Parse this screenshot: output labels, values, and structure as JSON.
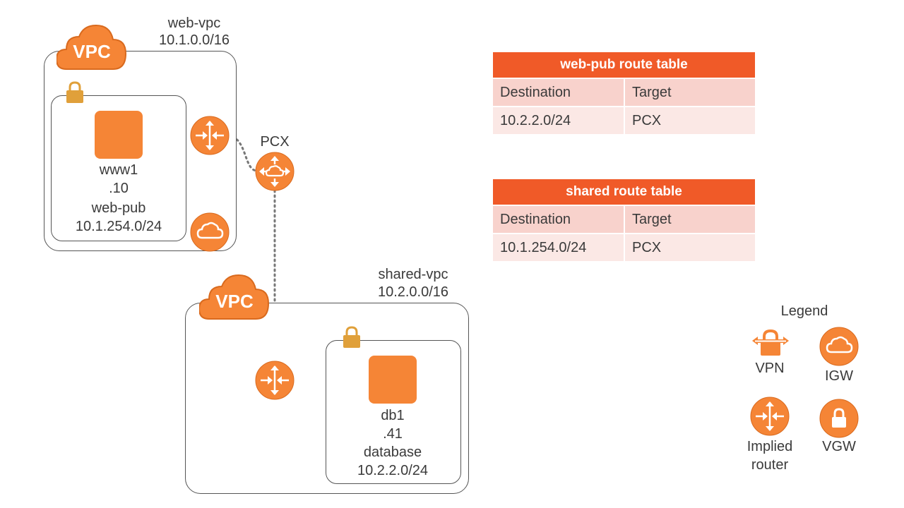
{
  "web_vpc": {
    "badge": "VPC",
    "name": "web-vpc",
    "cidr": "10.1.0.0/16"
  },
  "web_subnet": {
    "instance_name": "www1",
    "instance_ip": ".10",
    "name": "web-pub",
    "cidr": "10.1.254.0/24"
  },
  "pcx_label": "PCX",
  "shared_vpc": {
    "badge": "VPC",
    "name": "shared-vpc",
    "cidr": "10.2.0.0/16"
  },
  "shared_subnet": {
    "instance_name": "db1",
    "instance_ip": ".41",
    "name": "database",
    "cidr": "10.2.2.0/24"
  },
  "route_tables": [
    {
      "title": "web-pub route table",
      "col_dest": "Destination",
      "col_target": "Target",
      "rows": [
        {
          "destination": "10.2.2.0/24",
          "target": "PCX"
        }
      ]
    },
    {
      "title": "shared route table",
      "col_dest": "Destination",
      "col_target": "Target",
      "rows": [
        {
          "destination": "10.1.254.0/24",
          "target": "PCX"
        }
      ]
    }
  ],
  "legend": {
    "title": "Legend",
    "vpn": "VPN",
    "igw": "IGW",
    "router": "Implied\nrouter",
    "router_line1": "Implied",
    "router_line2": "router",
    "vgw": "VGW"
  },
  "colors": {
    "accent": "#f58536",
    "header": "#f05a28",
    "lock": "#e0a03a"
  },
  "icons": [
    "cloud-vpc-icon",
    "lock-icon",
    "router-icon",
    "igw-cloud-icon",
    "pcx-icon",
    "vpn-icon",
    "vgw-lock-icon",
    "instance-icon"
  ]
}
